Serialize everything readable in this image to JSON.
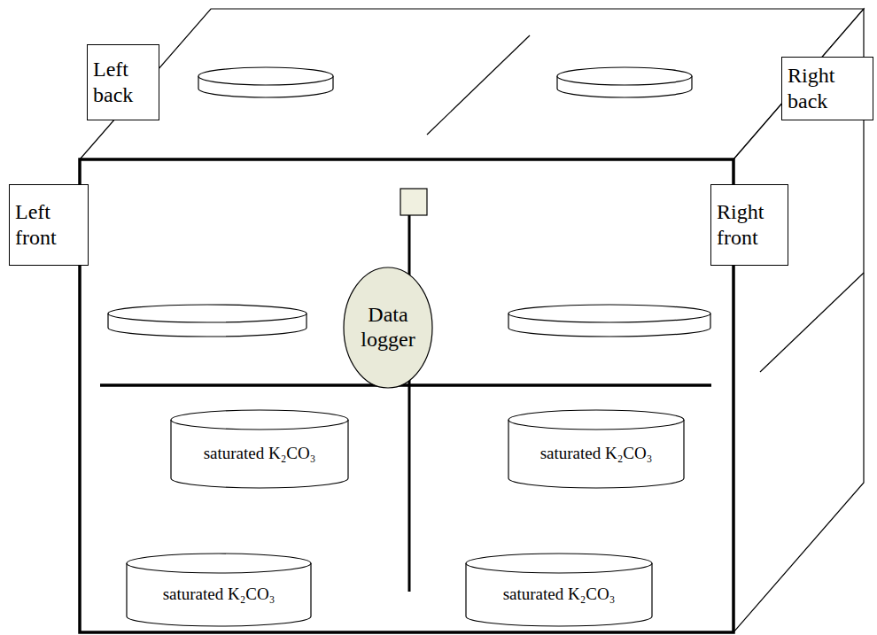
{
  "diagram": {
    "nodes": [
      {
        "text": [
          "Left back"
        ]
      },
      {
        "text": [
          "Right back"
        ]
      },
      {
        "text": [
          "Left front"
        ]
      },
      {
        "text": [
          "Data logger"
        ]
      },
      {
        "text": [
          "Right front"
        ]
      },
      {
        "text": [
          "saturated K₂CO₃"
        ]
      },
      {
        "text": [
          "saturated K₂CO₃"
        ]
      },
      {
        "text": [
          "saturated K₂CO₃"
        ]
      },
      {
        "text": [
          "saturated K₂CO₃"
        ]
      }
    ]
  }
}
